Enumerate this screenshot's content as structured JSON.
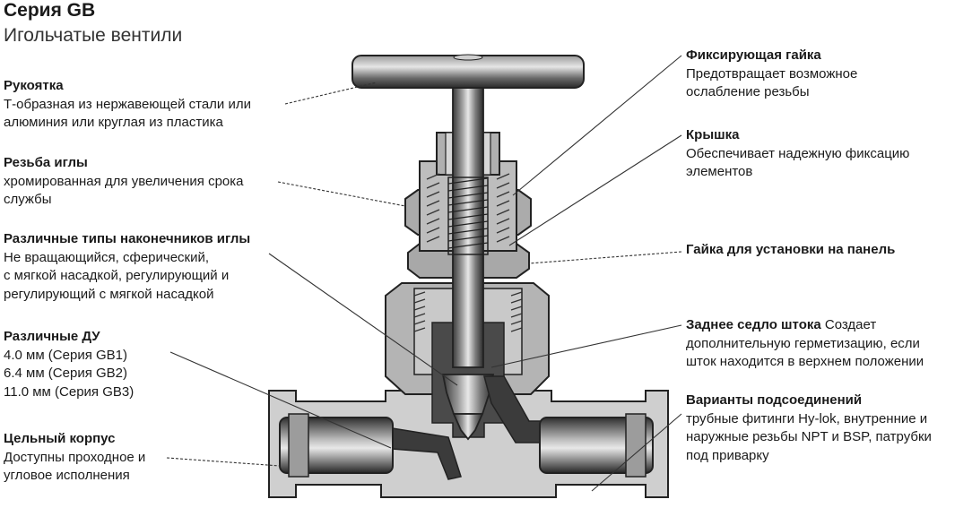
{
  "header": {
    "title": "Серия GB",
    "subtitle": "Игольчатые вентили"
  },
  "callouts_left": [
    {
      "title": "Рукоятка",
      "lines": [
        "Т-образная из нержавеющей стали или",
        "алюминия или круглая из пластика"
      ]
    },
    {
      "title": "Резьба иглы",
      "lines": [
        "хромированная для увеличения срока",
        "службы"
      ]
    },
    {
      "title": "Различные типы наконечников иглы",
      "lines": [
        "Не вращающийся, сферический,",
        "с мягкой насадкой, регулирующий и",
        "регулирующий с мягкой насадкой"
      ]
    },
    {
      "title": "Различные ДУ",
      "lines": [
        "4.0 мм (Серия GB1)",
        "6.4 мм (Серия GB2)",
        "11.0 мм (Серия GB3)"
      ]
    },
    {
      "title": "Цельный корпус",
      "lines": [
        "Доступны проходное и",
        "угловое исполнения"
      ]
    }
  ],
  "callouts_right": [
    {
      "title": "Фиксирующая гайка",
      "lines": [
        "Предотвращает возможное",
        "ослабление резьбы"
      ]
    },
    {
      "title": "Крышка",
      "lines": [
        "Обеспечивает надежную фиксацию",
        "элементов"
      ]
    },
    {
      "title": "Гайка для установки на панель",
      "lines": []
    },
    {
      "title": "Заднее седло штока",
      "inline": " Создает",
      "lines": [
        "дополнительную герметизацию, если",
        "шток находится в верхнем положении"
      ]
    },
    {
      "title": "Варианты подсоединений",
      "lines": [
        "трубные фитинги Hy-lok, внутренние и",
        "наружные резьбы NPT и BSP, патрубки",
        "под приварку"
      ]
    }
  ],
  "colors": {
    "body_light": "#cfcfcf",
    "body_mid": "#a6a6a6",
    "metal_dark": "#3e3e3e",
    "outline": "#222222",
    "leader": "#333333"
  }
}
